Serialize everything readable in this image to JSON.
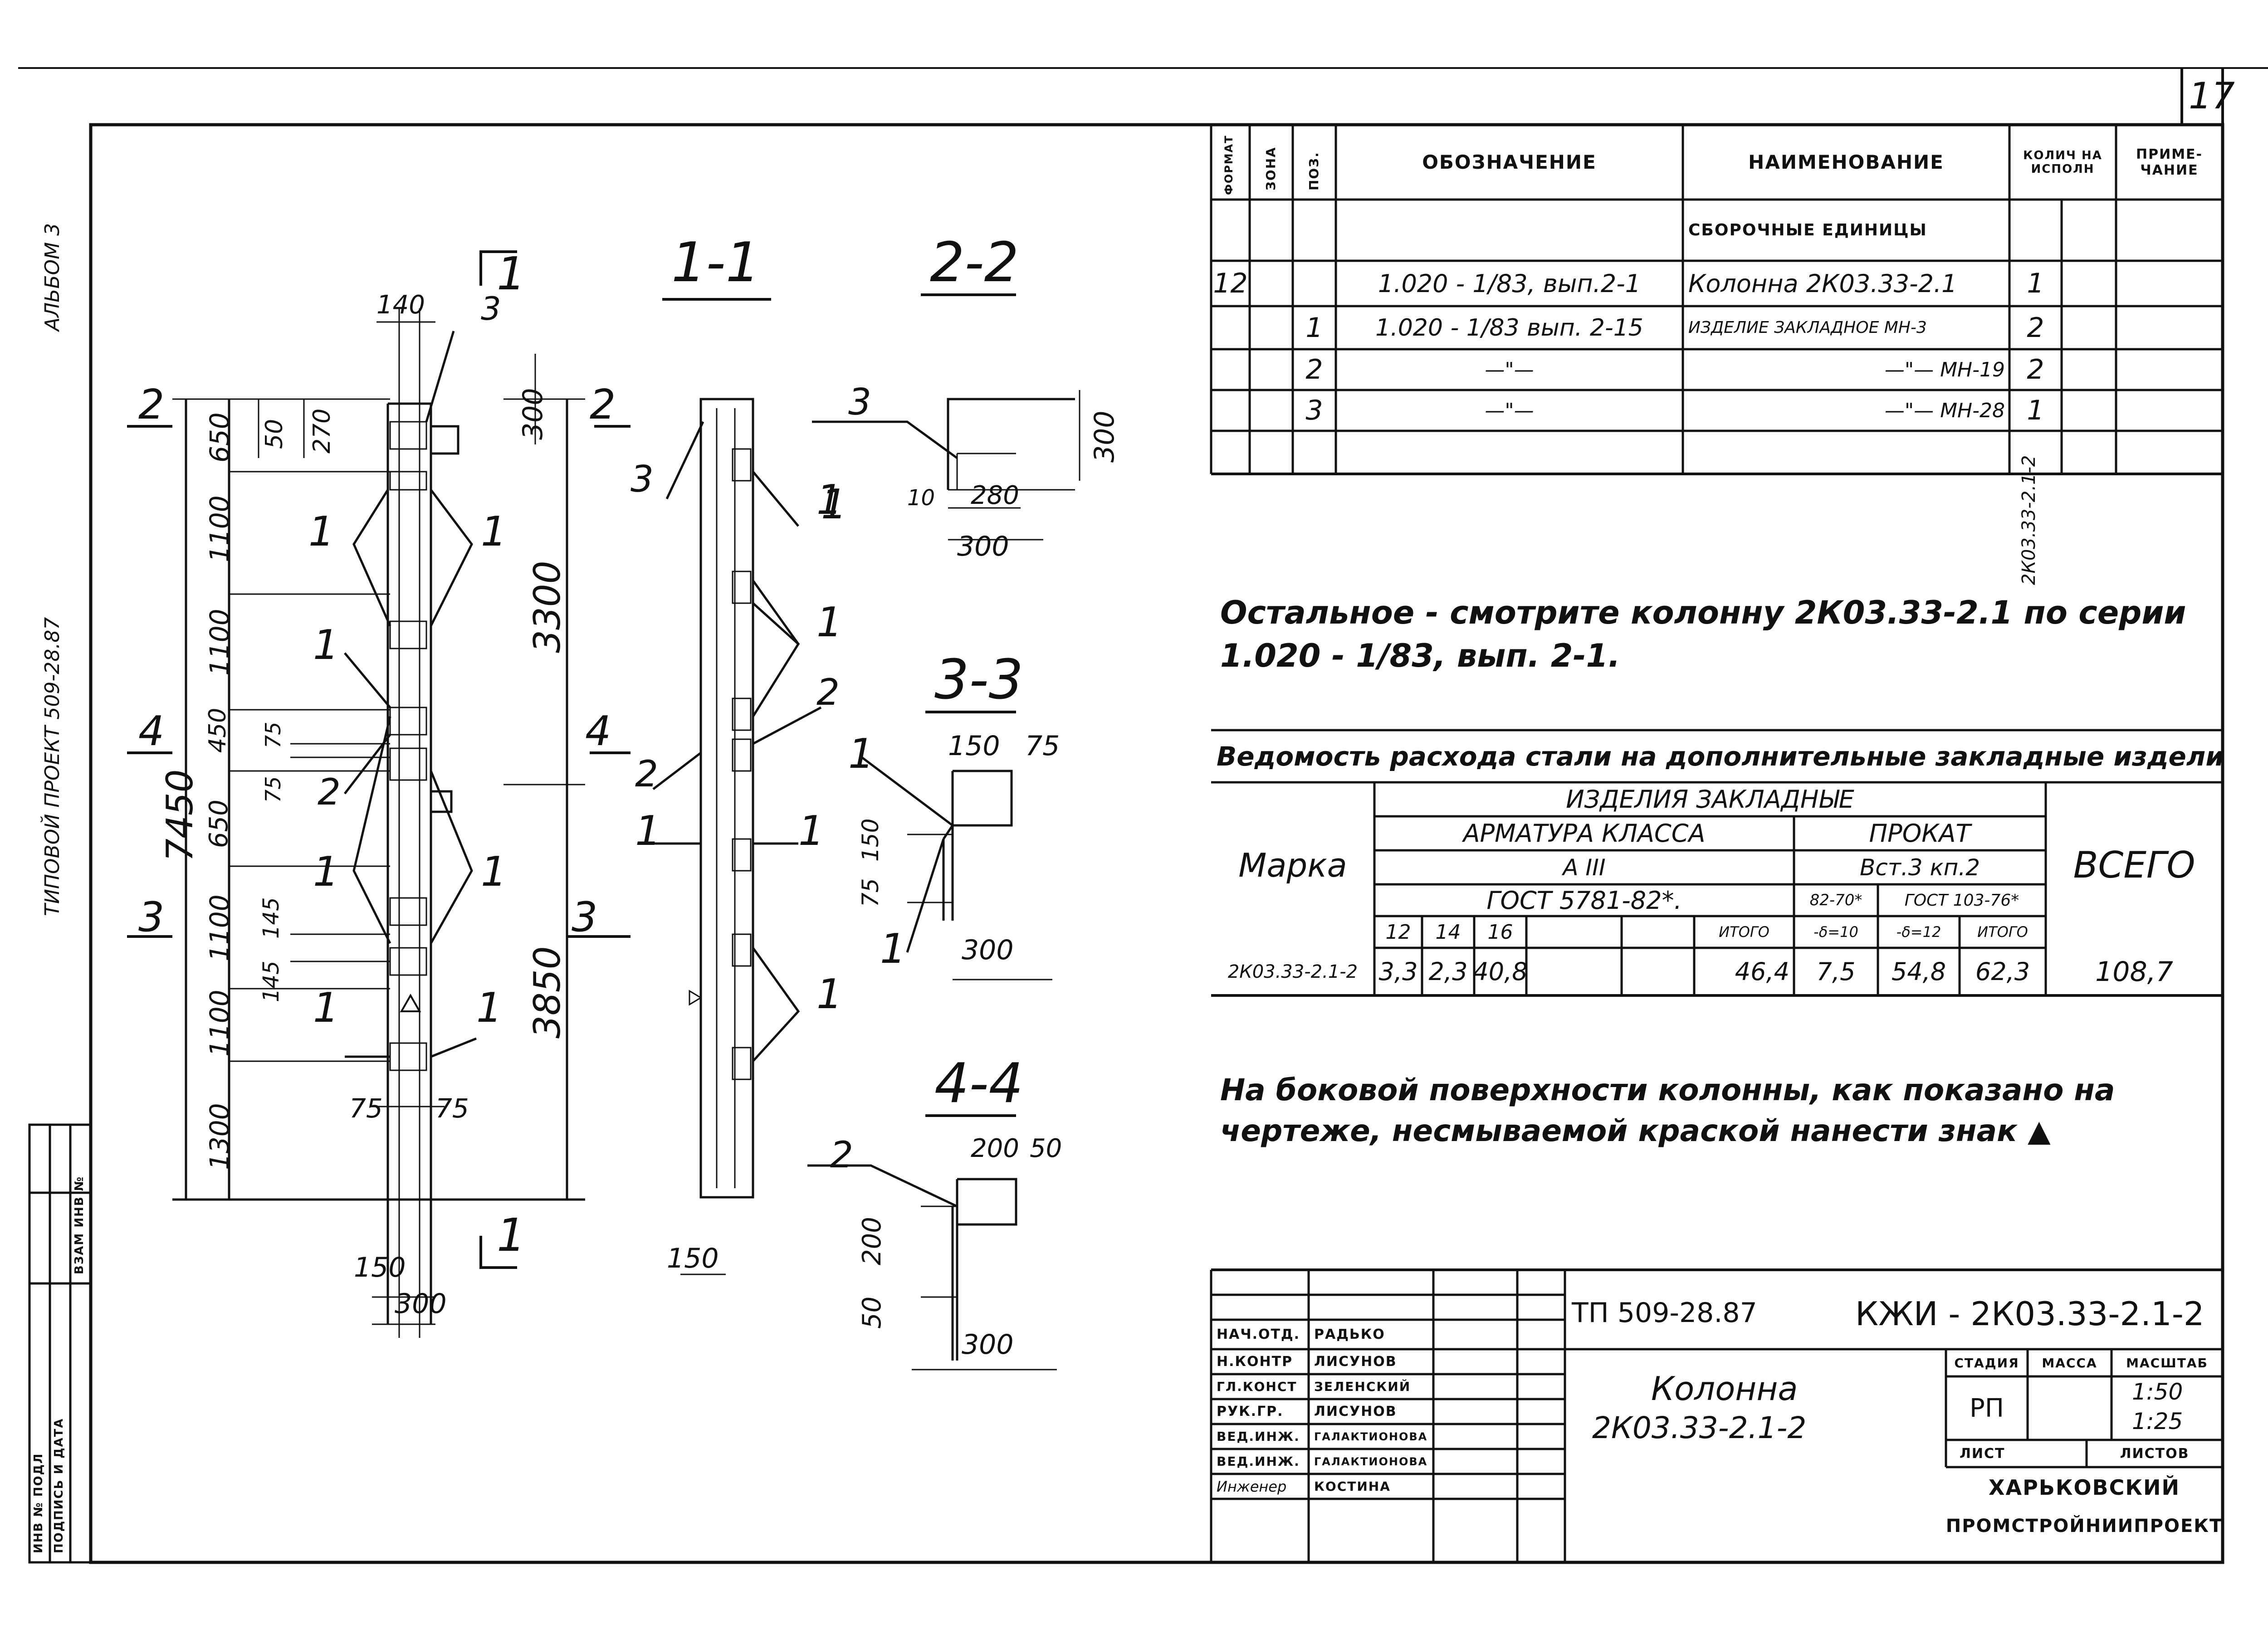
{
  "sheet_number": "17",
  "side_labels": {
    "album": "АЛЬБОМ 3",
    "project": "ТИПОВОЙ ПРОЕКТ 509-28.87",
    "stamp_cols": [
      "ИНВ № ПОДЛ",
      "ПОДПИСЬ И ДАТА",
      "ВЗАМ ИНВ №"
    ]
  },
  "spec": {
    "headers": {
      "format": "ФОРМАТ",
      "zone": "ЗОНА",
      "pos": "ПОЗ.",
      "designation": "ОБОЗНАЧЕНИЕ",
      "name": "НАИМЕНОВАНИЕ",
      "qty": "КОЛИЧ НА ИСПОЛН",
      "note": "ПРИМЕ-ЧАНИЕ"
    },
    "section_title": "СБОРОЧНЫЕ ЕДИНИЦЫ",
    "rows": [
      {
        "format": "12",
        "pos": "",
        "designation": "1.020 - 1/83, вып.2-1",
        "name": "Колонна 2К03.33-2.1",
        "qty": "1"
      },
      {
        "format": "",
        "pos": "1",
        "designation": "1.020 - 1/83 вып. 2-15",
        "name": "ИЗДЕЛИЕ ЗАКЛАДНОЕ МН-3",
        "qty": "2"
      },
      {
        "format": "",
        "pos": "2",
        "designation": "—\"—",
        "name": "—\"— МН-19",
        "qty": "2"
      },
      {
        "format": "",
        "pos": "3",
        "designation": "—\"—",
        "name": "—\"— МН-28",
        "qty": "1"
      }
    ],
    "qty_column_label": "2К03.33-2.1-2"
  },
  "note_text": {
    "line1": "Остальное - смотрите колонну 2К03.33-2.1 по серии",
    "line2": "1.020 - 1/83, вып. 2-1."
  },
  "steel": {
    "title": "Ведомость расхода стали на дополнительные закладные изделия",
    "marka": "Марка",
    "total_label": "ВСЕГО",
    "group": "ИЗДЕЛИЯ ЗАКЛАДНЫЕ",
    "rebar_class": "АРМАТУРА КЛАССА",
    "rolled": "ПРОКАТ",
    "a3": "А III",
    "gost1": "ГОСТ 5781-82*.",
    "vst": "Вст.3 кп.2",
    "gost_sub1": "82-70*",
    "gost_sub2": "ГОСТ 103-76*",
    "cols": [
      "12",
      "14",
      "16",
      "",
      "ИТОГО",
      "-δ=10",
      "-δ=12",
      "ИТОГО"
    ],
    "row": {
      "mark": "2К03.33-2.1-2",
      "values": [
        "3,3",
        "2,3",
        "40,8",
        "",
        "46,4",
        "7,5",
        "54,8",
        "62,3"
      ],
      "total": "108,7"
    }
  },
  "bottom_note": {
    "line1": "На боковой поверхности колонны, как показано на",
    "line2": "чертеже, несмываемой краской нанести знак ▲"
  },
  "title_block": {
    "project": "ТП 509-28.87",
    "code": "КЖИ - 2К03.33-2.1-2",
    "name_line1": "Колонна",
    "name_line2": "2К03.33-2.1-2",
    "stage_h": "СТАДИЯ",
    "mass_h": "МАССА",
    "scale_h": "МАСШТАБ",
    "stage": "РП",
    "scale1": "1:50",
    "scale2": "1:25",
    "sheet_h": "ЛИСТ",
    "sheets_h": "ЛИСТОВ",
    "org1": "ХАРЬКОВСКИЙ",
    "org2": "ПРОМСТРОЙНИИПРОЕКТ",
    "people": [
      {
        "role": "НАЧ.ОТД.",
        "name": "РАДЬКО"
      },
      {
        "role": "Н.КОНТР",
        "name": "ЛИСУНОВ"
      },
      {
        "role": "ГЛ.КОНСТ",
        "name": "ЗЕЛЕНСКИЙ"
      },
      {
        "role": "РУК.ГР.",
        "name": "ЛИСУНОВ"
      },
      {
        "role": "ВЕД.ИНЖ.",
        "name": "ГАЛАКТИОНОВА"
      },
      {
        "role": "ВЕД.ИНЖ.",
        "name": "ГАЛАКТИОНОВА"
      },
      {
        "role": "Инженер",
        "name": "КОСТИНА"
      }
    ]
  },
  "drawing": {
    "section_11": "1-1",
    "section_22": "2-2",
    "section_33": "3-3",
    "section_44": "4-4",
    "cut_mark": "1",
    "cut_2": "2",
    "cut_3": "3",
    "cut_4": "4",
    "dims_left": [
      "650",
      "1100",
      "1100",
      "450",
      "650",
      "1100",
      "1100",
      "1300"
    ],
    "dims_small": [
      "50",
      "270",
      "75",
      "75",
      "145",
      "145"
    ],
    "dim_total": "7450",
    "dim_3300": "3300",
    "dim_3850": "3850",
    "dim_300top": "300",
    "dim_140": "140",
    "dim_150": "150",
    "dim_300": "300",
    "dim_75a": "75",
    "dim_75b": "75",
    "pos1": "1",
    "pos2": "2",
    "pos3": "3",
    "s22": {
      "d300v": "300",
      "d10": "10",
      "d280": "280",
      "d300": "300"
    },
    "s33": {
      "d150": "150",
      "d75": "75",
      "d150v": "150",
      "d75v": "75",
      "d300": "300"
    },
    "s44": {
      "d200": "200",
      "d50": "50",
      "d200v": "200",
      "d50v": "50",
      "d300": "300"
    }
  }
}
